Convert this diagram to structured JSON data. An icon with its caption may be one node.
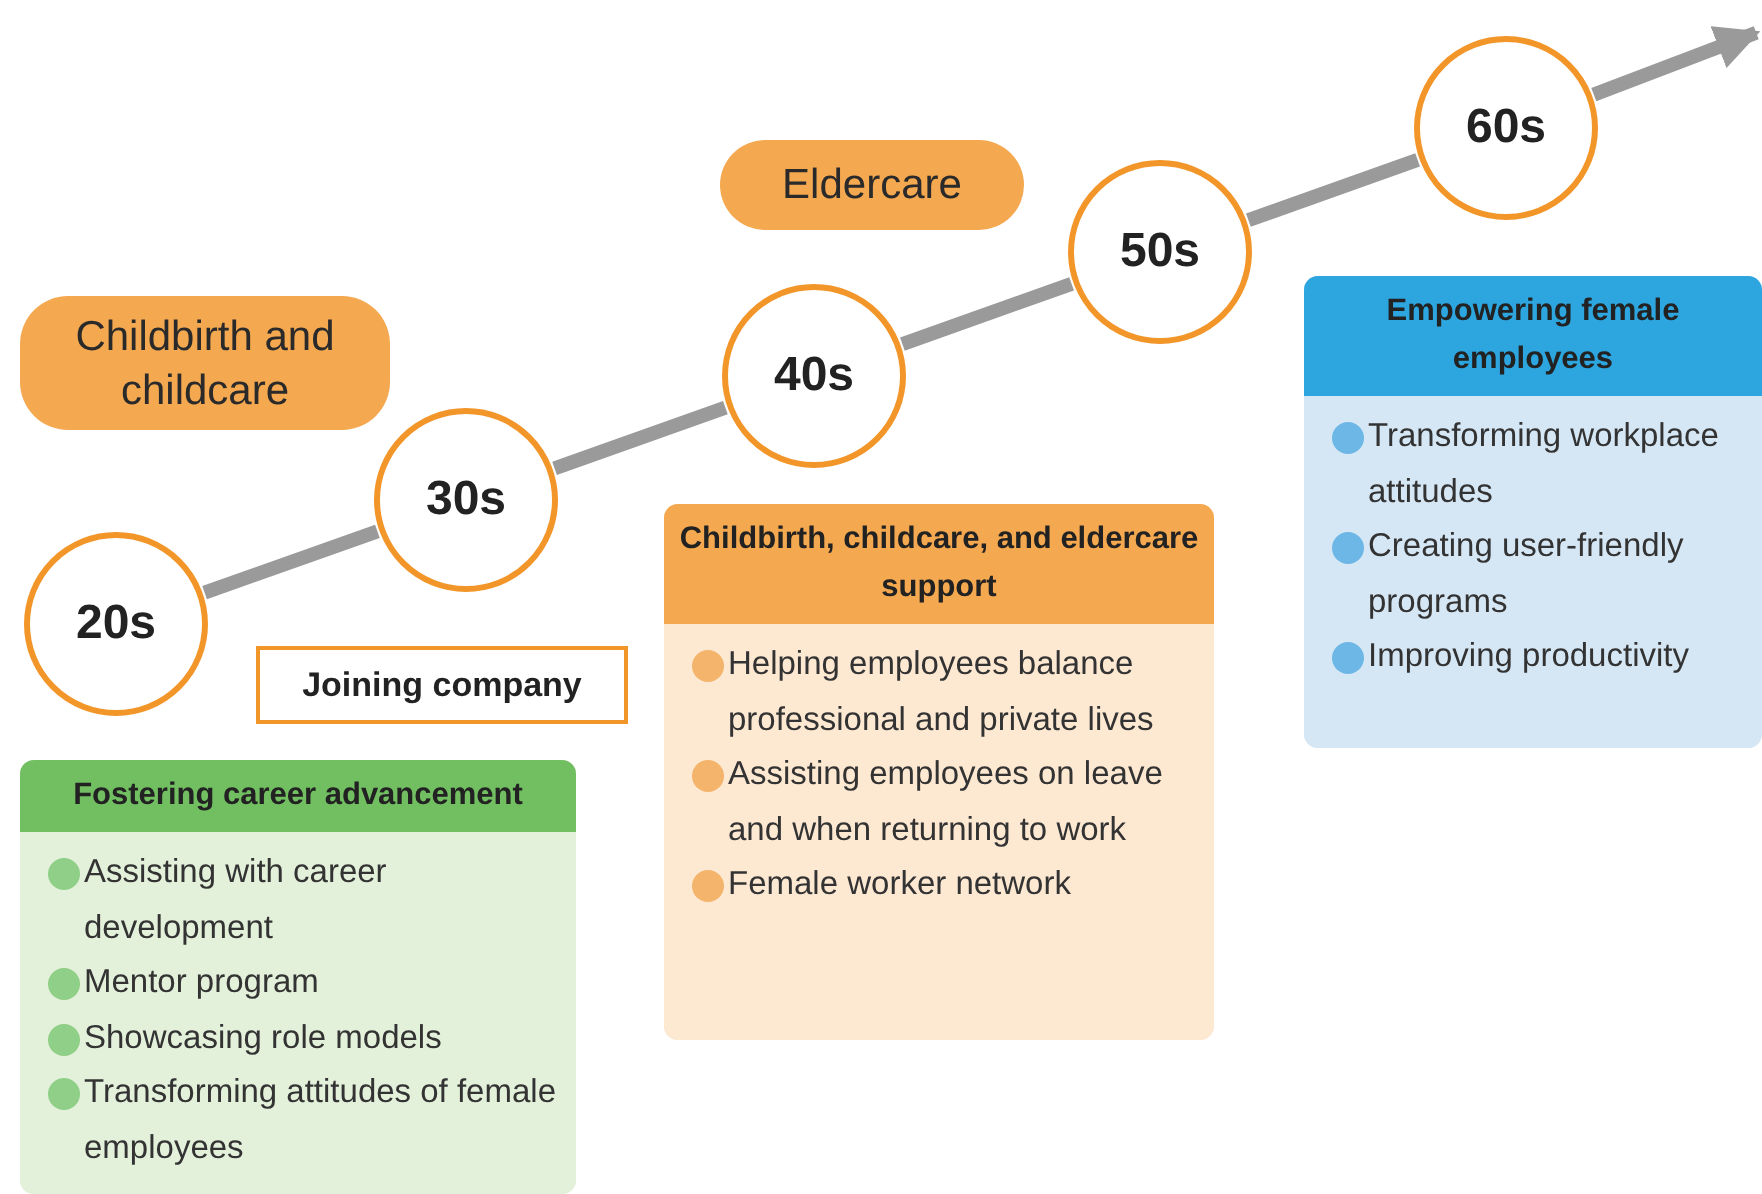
{
  "diagram": {
    "nodes": [
      {
        "text": [
          "20s"
        ]
      },
      {
        "text": [
          "30s"
        ]
      },
      {
        "text": [
          "40s"
        ]
      },
      {
        "text": [
          "50s"
        ]
      },
      {
        "text": [
          "60s"
        ]
      },
      {
        "text": [
          "Childbirth and childcare"
        ]
      },
      {
        "text": [
          "Eldercare"
        ]
      },
      {
        "text": [
          "Joining company"
        ]
      },
      {
        "text": [
          "Fostering career advancement",
          "Assisting with career development",
          "Mentor program",
          "Showcasing role models",
          "Transforming attitudes of female employees"
        ]
      },
      {
        "text": [
          "Childbirth, childcare, and eldercare support",
          "Helping employees balance professional and private lives",
          "Assisting employees on leave and when returning to work",
          "Female worker network"
        ]
      },
      {
        "text": [
          "Empowering female employees",
          "Transforming workplace attitudes",
          "Creating user-friendly programs",
          "Improving productivity"
        ]
      }
    ],
    "edges": [
      {
        "from": 0,
        "to": 1,
        "arrow": "none"
      },
      {
        "from": 1,
        "to": 2,
        "arrow": "none"
      },
      {
        "from": 2,
        "to": 3,
        "arrow": "none"
      },
      {
        "from": 3,
        "to": 4,
        "arrow": "none"
      },
      {
        "from": 4,
        "to": null,
        "arrow": "to"
      }
    ]
  }
}
